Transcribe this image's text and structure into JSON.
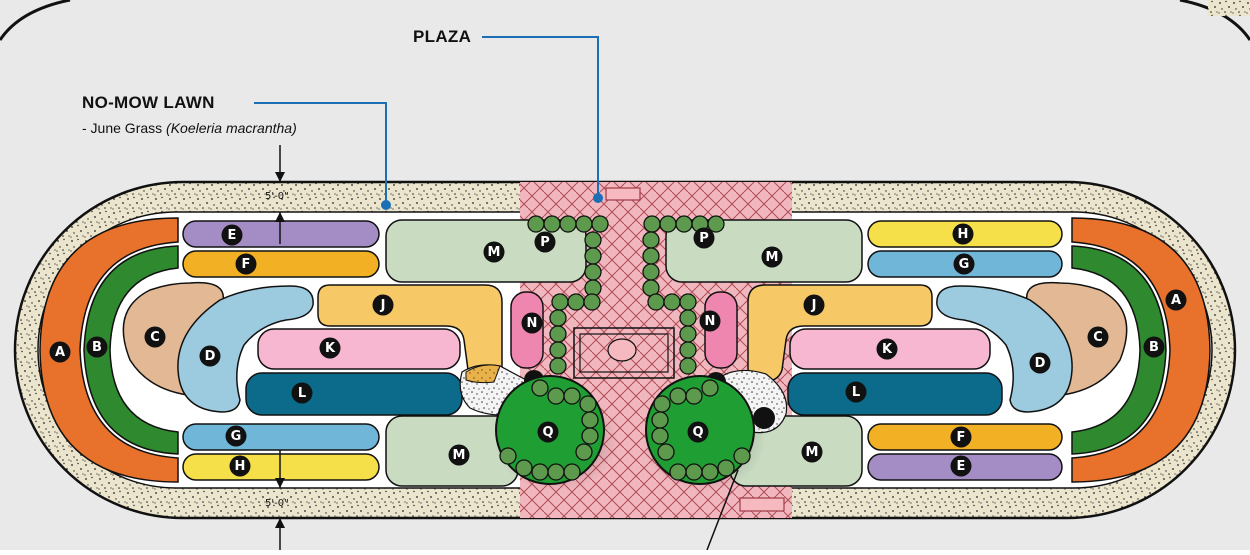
{
  "callouts": {
    "plaza": {
      "title": "PLAZA"
    },
    "no_mow_lawn": {
      "title": "NO-MOW LAWN",
      "subtitle_prefix": "- June Grass ",
      "subtitle_latin": "(Koeleria macrantha)"
    },
    "dimension_label": "5'-0\""
  },
  "zone_labels": [
    "A",
    "B",
    "C",
    "D",
    "E",
    "F",
    "G",
    "H",
    "J",
    "K",
    "L",
    "M",
    "N",
    "P",
    "Q"
  ],
  "colors": {
    "A": "#e8722c",
    "B": "#2f8a2f",
    "C": "#e3b894",
    "D": "#9ccbe0",
    "E": "#a48cc4",
    "F": "#f2b124",
    "G": "#6fb6d8",
    "H": "#f6e04a",
    "J": "#f7c966",
    "K": "#f7b7d0",
    "L": "#0c6a8a",
    "M": "#c9dcc2",
    "N": "#ef86b0",
    "P": "#5d9a4d",
    "Q": "#1f9e33",
    "plaza": "#f0b7be",
    "lawn": "#e8e2cc",
    "background": "#e9e9e9",
    "leader": "#1c6fb5"
  }
}
